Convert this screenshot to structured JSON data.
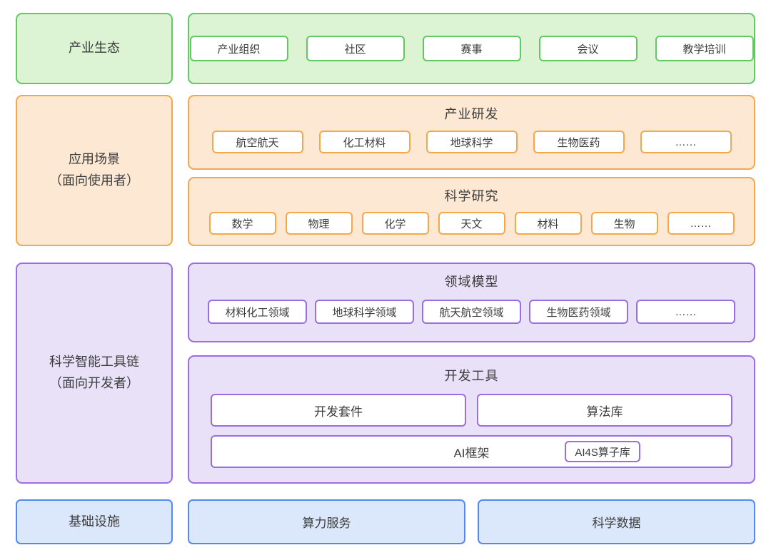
{
  "colors": {
    "green_border": "#62c961",
    "green_fill": "#dcf3d4",
    "orange_border": "#f5a74b",
    "orange_fill": "#fce8d3",
    "purple_border": "#9c6ce3",
    "purple_fill": "#e8e1f8",
    "blue_border": "#548af0",
    "blue_fill": "#dbe8fc",
    "text": "#3c3c3c"
  },
  "ecosystem": {
    "label": "产业生态",
    "chips": [
      "产业组织",
      "社区",
      "赛事",
      "会议",
      "教学培训"
    ]
  },
  "application": {
    "label_line1": "应用场景",
    "label_line2": "（面向使用者）",
    "industry_rd": {
      "title": "产业研发",
      "chips": [
        "航空航天",
        "化工材料",
        "地球科学",
        "生物医药",
        "……"
      ]
    },
    "science_research": {
      "title": "科学研究",
      "chips": [
        "数学",
        "物理",
        "化学",
        "天文",
        "材料",
        "生物",
        "……"
      ]
    }
  },
  "toolchain": {
    "label_line1": "科学智能工具链",
    "label_line2": "（面向开发者）",
    "domain_models": {
      "title": "领域模型",
      "chips": [
        "材料化工领域",
        "地球科学领域",
        "航天航空领域",
        "生物医药领域",
        "……"
      ]
    },
    "dev_tools": {
      "title": "开发工具",
      "kit": "开发套件",
      "algorithm_lib": "算法库",
      "framework": "AI框架",
      "framework_chip": "AI4S算子库"
    }
  },
  "infrastructure": {
    "label": "基础设施",
    "boxes": [
      "算力服务",
      "科学数据"
    ]
  }
}
